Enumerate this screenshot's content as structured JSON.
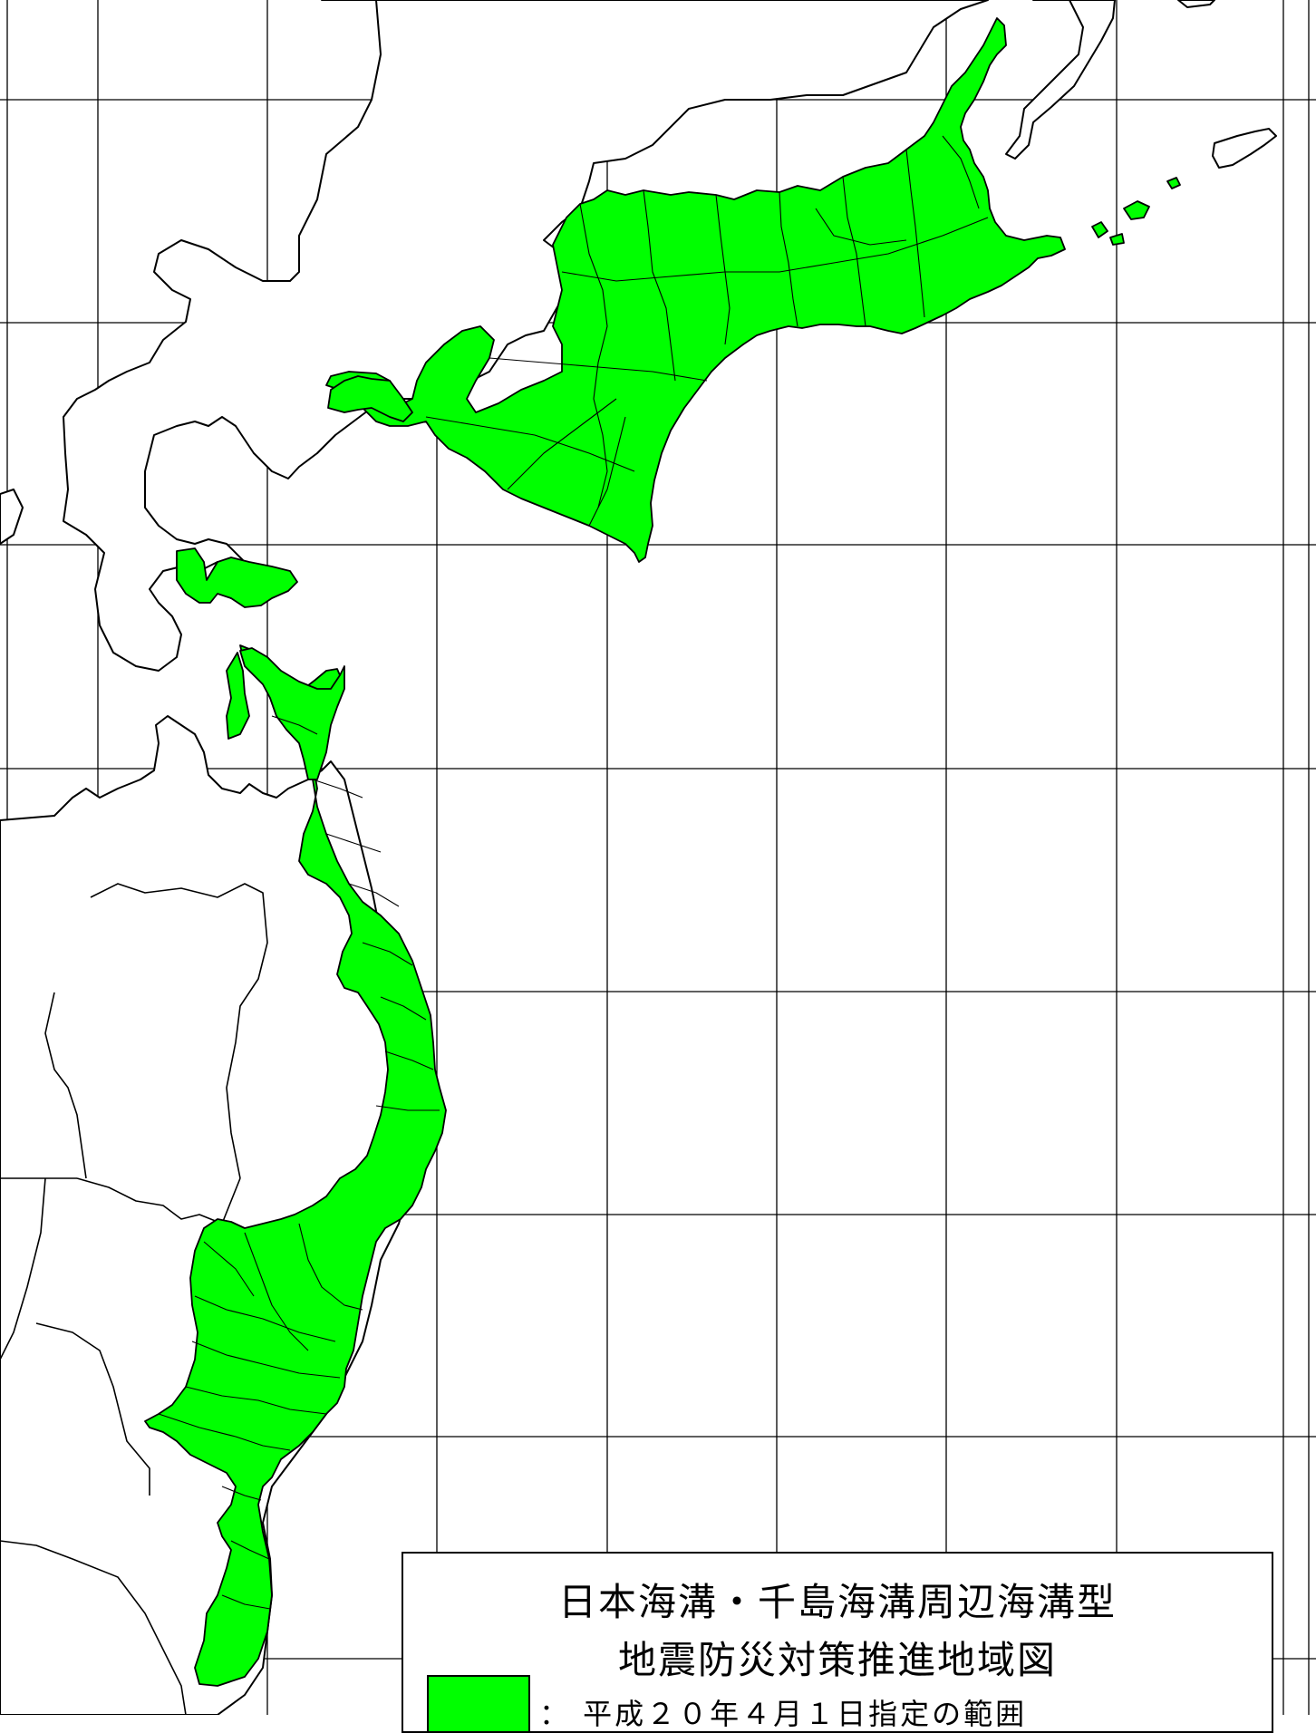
{
  "legend": {
    "title_line1": "日本海溝・千島海溝周辺海溝型",
    "title_line2": "地震防災対策推進地域図",
    "entry_label": "： 平成２０年４月１日指定の範囲",
    "fill_color": "#00ff00"
  },
  "map": {
    "designated_area_color": "#00ff00",
    "land_color": "#ffffff",
    "border_color": "#000000",
    "graticule": "on"
  }
}
